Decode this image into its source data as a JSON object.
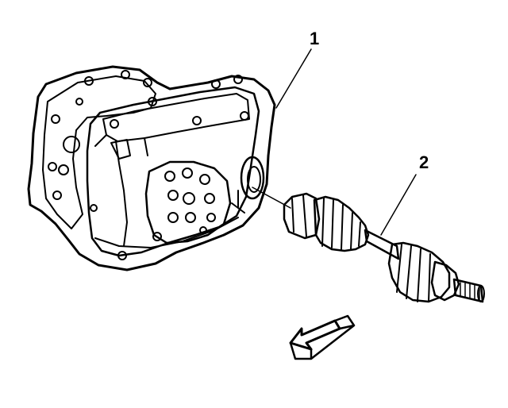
{
  "callouts": [
    {
      "id": "1",
      "label": "1"
    },
    {
      "id": "2",
      "label": "2"
    }
  ],
  "colors": {
    "line": "#000000",
    "background": "#ffffff",
    "fill": "#ffffff"
  },
  "icons": {
    "direction_arrow": "arrow-down-left-icon"
  }
}
